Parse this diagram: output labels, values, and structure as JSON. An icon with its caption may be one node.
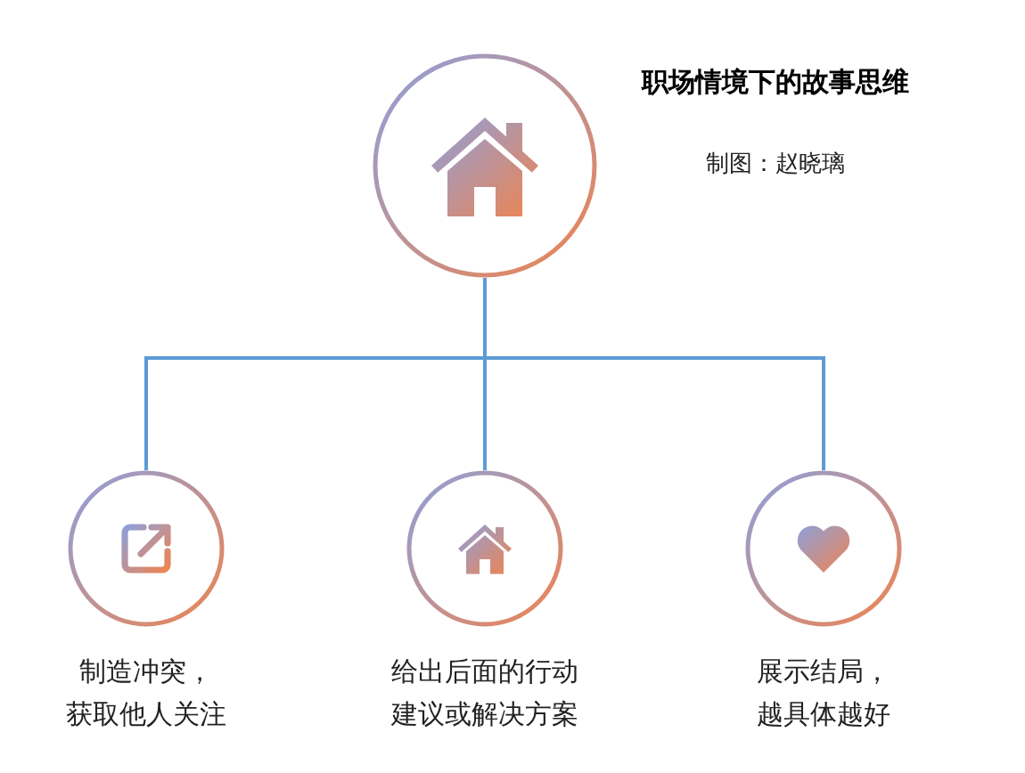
{
  "diagram": {
    "title": "职场情境下的故事思维",
    "nodes": [
      {
        "text": [],
        "shape": "circle"
      },
      {
        "text": [
          "制造冲突，获取他人关注"
        ]
      },
      {
        "text": [
          "给出后面的行动建议或解决方案"
        ]
      },
      {
        "text": [
          "展示结局，越具体越好"
        ]
      }
    ],
    "edges": [
      {
        "from": 0,
        "to": 1,
        "arrow": "none"
      },
      {
        "from": 0,
        "to": 2,
        "arrow": "none"
      },
      {
        "from": 0,
        "to": 3,
        "arrow": "none"
      }
    ],
    "labels": [
      "制图：赵晓璃"
    ]
  }
}
